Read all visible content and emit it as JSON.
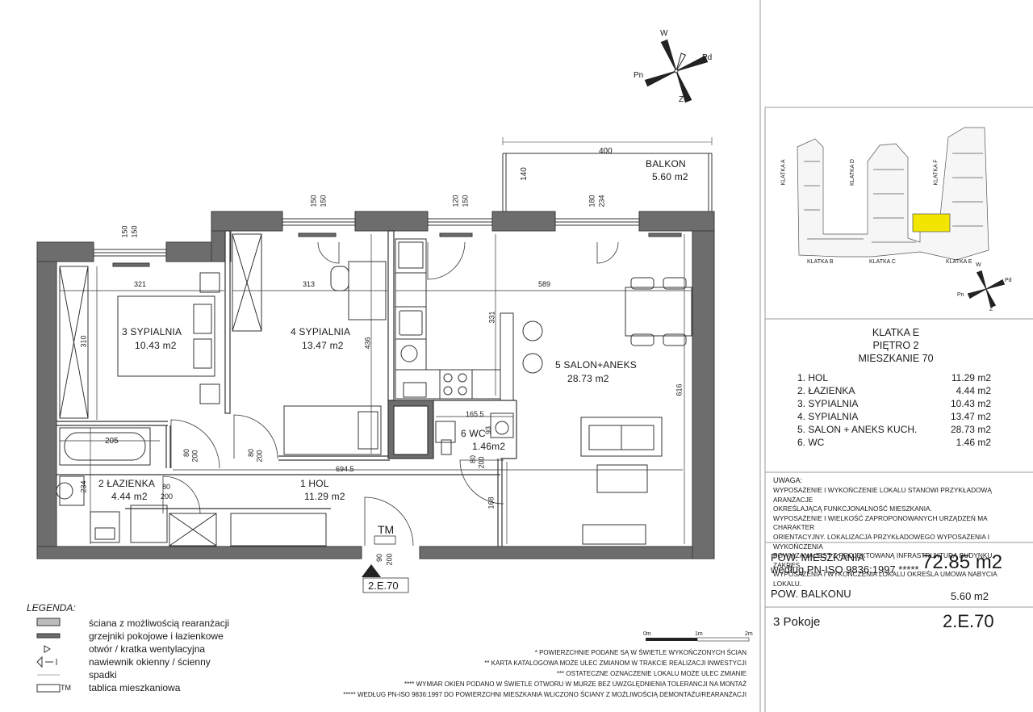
{
  "compass": {
    "n": "W",
    "e": "Pd",
    "w": "Pn",
    "s": "Z"
  },
  "mini_compass": {
    "n": "W",
    "e": "Pd",
    "w": "Pn",
    "s": "Z"
  },
  "balcony": {
    "name": "BALKON",
    "area": "5.60 m2",
    "width": "400",
    "depth": "140"
  },
  "rooms": [
    {
      "id": "sypialnia-3",
      "name": "3  SYPIALNIA",
      "area": "10.43  m2"
    },
    {
      "id": "sypialnia-4",
      "name": "4  SYPIALNIA",
      "area": "13.47  m2"
    },
    {
      "id": "salon",
      "name": "5  SALON+ANEKS",
      "area": "28.73  m2"
    },
    {
      "id": "lazienka",
      "name": "2  ŁAZIENKA",
      "area": "4.44  m2"
    },
    {
      "id": "hol",
      "name": "1  HOL",
      "area": "11.29  m2"
    },
    {
      "id": "wc",
      "name": "6  WC",
      "area": "1.46m2"
    }
  ],
  "dims": {
    "d321": "321",
    "d313": "313",
    "d589": "589",
    "d310": "310",
    "d436": "436",
    "d331": "331",
    "d616": "616",
    "d205": "205",
    "d234": "234",
    "d1655": "165.5",
    "d93": "93",
    "d6945": "694.5",
    "d168": "168",
    "w1a": "150",
    "w1b": "150",
    "w2a": "150",
    "w2b": "150",
    "w3a": "120",
    "w3b": "150",
    "w4a": "180",
    "w4b": "234",
    "door1a": "80",
    "door1b": "200",
    "door2a": "80",
    "door2b": "200",
    "door3a": "80",
    "door3b": "200",
    "door4a": "80",
    "door4b": "200",
    "door5a": "90",
    "door5b": "200"
  },
  "tm_label": "TM",
  "unit_tag": "2.E.70",
  "legend": {
    "title": "LEGENDA:",
    "items": [
      "ściana z możliwością rearanżacji",
      "grzejniki pokojowe i łazienkowe",
      "otwór / kratka wentylacyjna",
      "nawiewnik okienny / ścienny",
      "spadki",
      "tablica mieszkaniowa"
    ],
    "tm": "TM"
  },
  "scale": {
    "s0": "0m",
    "s1": "1m",
    "s2": "2m"
  },
  "footnotes": [
    "* POWIERZCHNIE PODANE SĄ W ŚWIETLE WYKOŃCZONYCH ŚCIAN",
    "** KARTA KATALOGOWA MOŻE ULEC ZMIANOM W TRAKCIE REALIZACJI INWESTYCJI",
    "*** OSTATECZNE OZNACZENIE LOKALU MOŻE ULEC ZMIANIE",
    "**** WYMIAR OKIEN PODANO W ŚWIETLE OTWORU W MURZE BEZ UWZGLĘDNIENIA TOLERANCJI NA MONTAŻ",
    "***** WEDŁUG PN-ISO 9836:1997 DO POWIERZCHNI MIESZKANIA WLICZONO ŚCIANY Z MOŻLIWOŚCIĄ DEMONTAŻU/REARANŻACJI"
  ],
  "keyplan": {
    "labels": {
      "a": "KLATKA A",
      "b": "KLATKA B",
      "c": "KLATKA C",
      "d": "KLATKA D",
      "e": "KLATKA E",
      "f": "KLATKA F"
    },
    "highlight": "#f2e600"
  },
  "info": {
    "klatka": "KLATKA E",
    "pietro": "PIĘTRO 2",
    "mieszkanie": "MIESZKANIE 70",
    "rooms": [
      {
        "name": "1. HOL",
        "area": "11.29 m2"
      },
      {
        "name": "2. ŁAZIENKA",
        "area": "4.44 m2"
      },
      {
        "name": "3. SYPIALNIA",
        "area": "10.43 m2"
      },
      {
        "name": "4. SYPIALNIA",
        "area": "13.47 m2"
      },
      {
        "name": "5. SALON + ANEKS KUCH.",
        "area": "28.73 m2"
      },
      {
        "name": "6. WC",
        "area": "1.46 m2"
      }
    ],
    "uwaga_title": "UWAGA:",
    "uwaga_lines": [
      "WYPOSAŻENIE I WYKOŃCZENIE LOKALU STANOWI PRZYKŁADOWĄ ARANŻACJE",
      "OKREŚLAJĄCĄ FUNKCJONALNOŚĆ MIESZKANIA.",
      "WYPOSAŻENIE I WIELKOŚĆ ZAPROPONOWANYCH URZĄDZEŃ MA CHARAKTER",
      "ORIENTACYJNY. LOKALIZACJA PRZYKŁADOWEGO WYPOSAŻENIA I WYKOŃCZENIA",
      "POWIĄZANA JEST Z PROJEKTOWANĄ INFRASTRUKTURĄ BUDYNKU. ZAKRES",
      "WYPOSAŻENIA I WYKOŃCZENIA LOKALU OKREŚLA UMOWA NABYCIA LOKALU."
    ],
    "pow_title": "POW. MIESZKANIA",
    "pow_norm": "według PN-ISO 9836:1997 *****",
    "pow_value": "72.85 m2",
    "balkon_label": "POW. BALKONU",
    "balkon_value": "5.60 m2",
    "pokoje": "3 Pokoje",
    "code": "2.E.70"
  },
  "colors": {
    "wall": "#6d6d6d",
    "wall_stroke": "#3a3a3a",
    "line": "#333333"
  }
}
